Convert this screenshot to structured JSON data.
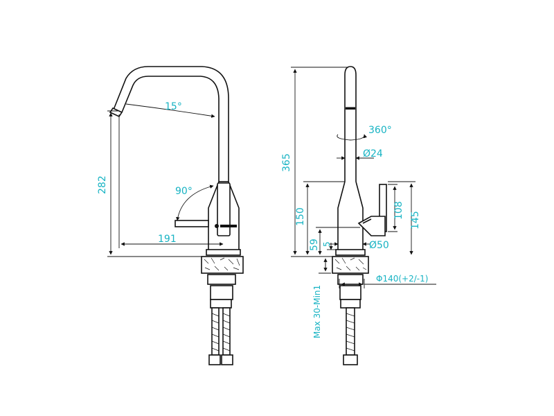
{
  "colors": {
    "dimension_text": "#17b3c3",
    "line": "#111111",
    "background": "#ffffff"
  },
  "front": {
    "angle_spout": "15°",
    "height_spout": "282",
    "angle_handle": "90°",
    "reach": "191"
  },
  "side": {
    "rotation": "360°",
    "height_total": "365",
    "diameter_spout": "Ø24",
    "height_body": "150",
    "height_handle": "108",
    "height_handle_top": "145",
    "height_base": "59",
    "height_gap": "5",
    "diameter_body": "Ø50",
    "countertop": "Max 30-Min1",
    "hole": "Φ140(+2/-1)"
  },
  "icons": [
    "faucet-front-view",
    "faucet-side-view",
    "brand-logo",
    "rotation-arrow-icon"
  ]
}
